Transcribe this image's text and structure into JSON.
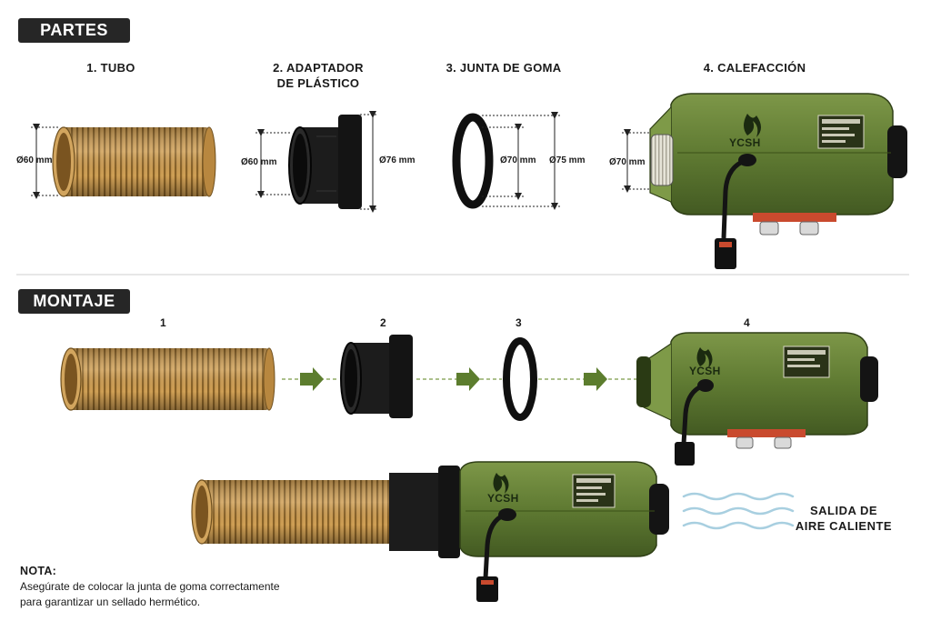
{
  "sections": {
    "parts_title": "PARTES",
    "assembly_title": "MONTAJE"
  },
  "parts": [
    {
      "title": "1. TUBO"
    },
    {
      "title_line1": "2.  ADAPTADOR",
      "title_line2": "DE PLÁSTICO"
    },
    {
      "title": "3. JUNTA DE GOMA"
    },
    {
      "title": "4. CALEFACCIÓN"
    }
  ],
  "dimensions": {
    "tube_diameter": "Ø60 mm",
    "adapter_inner": "Ø60 mm",
    "adapter_outer": "Ø76 mm",
    "gasket_inner": "Ø70 mm",
    "gasket_outer": "Ø75 mm",
    "heater_inlet": "Ø70 mm"
  },
  "steps": [
    "1",
    "2",
    "3",
    "4"
  ],
  "brand": "YCSH",
  "output": {
    "line1": "SALIDA DE",
    "line2": "AIRE CALIENTE"
  },
  "note": {
    "title": "NOTA:",
    "line1": "Asegúrate de colocar la junta de goma correctamente",
    "line2": "para garantizar un sellado hermético."
  },
  "colors": {
    "tag_bg": "#262626",
    "tube": "#c9984f",
    "heater_green": "#5f7a32",
    "arrow_green": "#5c7d2e",
    "airflow": "#a8cfe0"
  }
}
